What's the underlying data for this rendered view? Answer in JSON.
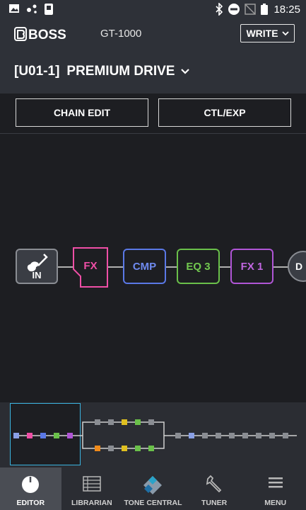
{
  "status": {
    "time": "18:25"
  },
  "header": {
    "brand": "BOSS",
    "model": "GT-1000",
    "write_label": "WRITE",
    "patch_number": "[U01-1]",
    "patch_name": "PREMIUM DRIVE"
  },
  "toolbar": {
    "chain_edit_label": "CHAIN EDIT",
    "ctl_exp_label": "CTL/EXP"
  },
  "chain": {
    "input_label": "IN",
    "blocks": [
      {
        "label": "FX",
        "color": "#ef4fa6"
      },
      {
        "label": "CMP",
        "color": "#5a78e6"
      },
      {
        "label": "EQ 3",
        "color": "#6ac04a"
      },
      {
        "label": "FX 1",
        "color": "#b055d6"
      },
      {
        "label": "D",
        "color": "#8a8d93"
      }
    ]
  },
  "nav": {
    "items": [
      {
        "label": "EDITOR",
        "icon": "editor-knob-icon",
        "active": true
      },
      {
        "label": "LIBRARIAN",
        "icon": "librarian-list-icon",
        "active": false
      },
      {
        "label": "TONE CENTRAL",
        "icon": "tone-central-icon",
        "active": false
      },
      {
        "label": "TUNER",
        "icon": "tuner-wrench-icon",
        "active": false
      },
      {
        "label": "MENU",
        "icon": "menu-icon",
        "active": false
      }
    ]
  }
}
